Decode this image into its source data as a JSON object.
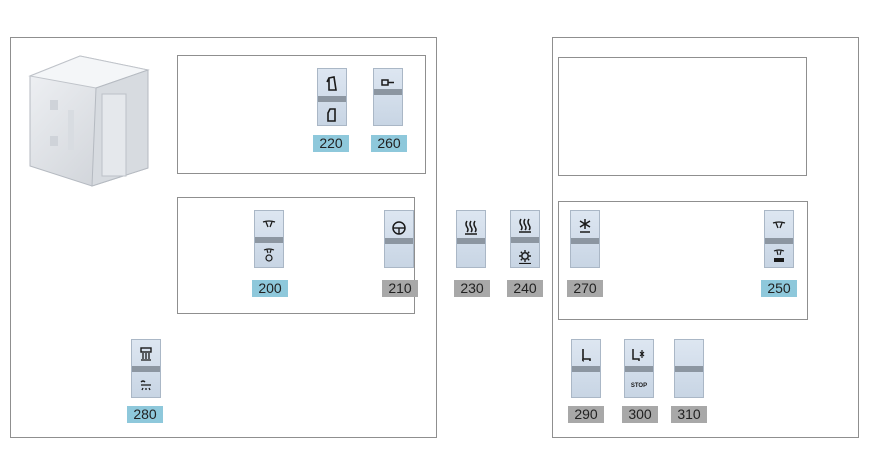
{
  "colors": {
    "panel_border": "#8f8f8f",
    "switch_fill": "#d4deea",
    "switch_band": "#8c96a1",
    "tag_blue": "#8ec8db",
    "tag_gray": "#a8a8a8"
  },
  "switches": [
    {
      "id": "220",
      "tag_style": "blue",
      "icons": [
        "door-open-icon",
        "door-closed-icon"
      ]
    },
    {
      "id": "260",
      "tag_style": "blue",
      "icons": [
        "door-lock-icon"
      ]
    },
    {
      "id": "200",
      "tag_style": "blue",
      "icons": [
        "defroster-icon",
        "defroster-temp-icon"
      ]
    },
    {
      "id": "210",
      "tag_style": "gray",
      "icons": [
        "steering-wheel-icon"
      ]
    },
    {
      "id": "230",
      "tag_style": "gray",
      "icons": [
        "rear-heat-icon"
      ]
    },
    {
      "id": "240",
      "tag_style": "gray",
      "icons": [
        "rear-heat-icon",
        "heat-gear-icon"
      ]
    },
    {
      "id": "270",
      "tag_style": "gray",
      "icons": [
        "air-conditioning-icon"
      ]
    },
    {
      "id": "250",
      "tag_style": "blue",
      "icons": [
        "defroster-icon",
        "defroster-off-icon"
      ]
    },
    {
      "id": "280",
      "tag_style": "blue",
      "icons": [
        "roof-light-icon",
        "interior-light-icon"
      ]
    },
    {
      "id": "290",
      "tag_style": "gray",
      "icons": [
        "seat-icon"
      ]
    },
    {
      "id": "300",
      "tag_style": "gray",
      "icons": [
        "seat-heat-icon",
        "stop-label"
      ],
      "stop_text": "STOP"
    },
    {
      "id": "310",
      "tag_style": "gray",
      "icons": []
    }
  ]
}
